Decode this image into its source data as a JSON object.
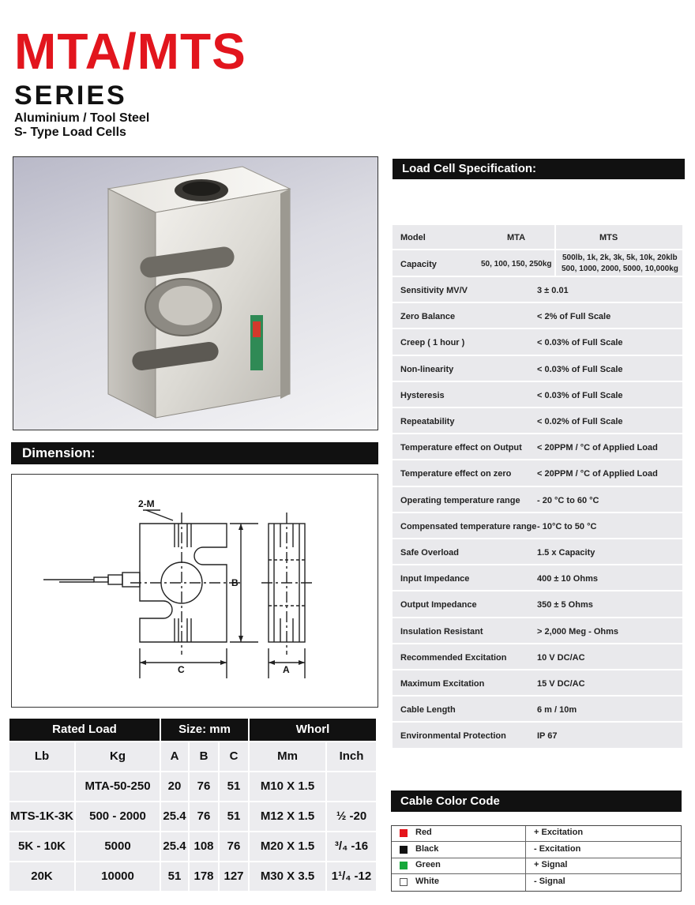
{
  "header": {
    "title": "MTA/MTS",
    "series": "SERIES",
    "subtitle_line1": "Aluminium / Tool Steel",
    "subtitle_line2": "S- Type Load Cells",
    "brand_color": "#e2151d"
  },
  "sections": {
    "spec_title": "Load Cell Specification:",
    "dimension_title": "Dimension:",
    "cable_title": "Cable Color Code"
  },
  "drawing": {
    "label_2m": "2-M",
    "label_b": "B",
    "label_c": "C",
    "label_a": "A"
  },
  "spec": {
    "header": {
      "model_label": "Model",
      "mta": "MTA",
      "mts": "MTS"
    },
    "capacity": {
      "label": "Capacity",
      "mta": "50, 100, 150, 250kg",
      "mts_line1": "500lb, 1k, 2k, 3k, 5k, 10k, 20klb",
      "mts_line2": "500, 1000, 2000, 5000, 10,000kg"
    },
    "rows": [
      {
        "label": "Sensitivity MV/V",
        "value": "3 ± 0.01"
      },
      {
        "label": "Zero Balance",
        "value": "< 2% of Full Scale"
      },
      {
        "label": "Creep ( 1 hour )",
        "value": "< 0.03% of Full Scale"
      },
      {
        "label": "Non-linearity",
        "value": "< 0.03% of Full Scale"
      },
      {
        "label": "Hysteresis",
        "value": "< 0.03% of Full Scale"
      },
      {
        "label": "Repeatability",
        "value": "< 0.02% of Full Scale"
      },
      {
        "label": "Temperature effect on Output",
        "value": "< 20PPM / °C of Applied Load"
      },
      {
        "label": "Temperature effect on zero",
        "value": "< 20PPM / °C of Applied Load"
      },
      {
        "label": "Operating temperature range",
        "value": "- 20 °C to 60 °C"
      },
      {
        "label": "Compensated temperature range",
        "value": "- 10°C to 50 °C"
      },
      {
        "label": "Safe Overload",
        "value": "1.5 x Capacity"
      },
      {
        "label": "Input Impedance",
        "value": "400 ± 10 Ohms"
      },
      {
        "label": "Output Impedance",
        "value": "350 ± 5 Ohms"
      },
      {
        "label": "Insulation Resistant",
        "value": "> 2,000 Meg - Ohms"
      },
      {
        "label": "Recommended Excitation",
        "value": "10 V DC/AC"
      },
      {
        "label": "Maximum Excitation",
        "value": "15 V DC/AC"
      },
      {
        "label": "Cable Length",
        "value": "6 m / 10m"
      },
      {
        "label": "Environmental Protection",
        "value": "IP 67"
      }
    ]
  },
  "rated": {
    "head_rated": "Rated Load",
    "head_size": "Size: mm",
    "head_whorl": "Whorl",
    "sub": {
      "lb": "Lb",
      "kg": "Kg",
      "a": "A",
      "b": "B",
      "c": "C",
      "mm": "Mm",
      "inch": "Inch"
    },
    "rows": [
      {
        "lb": "",
        "kg": "MTA-50-250",
        "a": "20",
        "b": "76",
        "c": "51",
        "mm": "M10 X 1.5",
        "inch": ""
      },
      {
        "lb": "MTS-1K-3K",
        "kg": "500 - 2000",
        "a": "25.4",
        "b": "76",
        "c": "51",
        "mm": "M12 X 1.5",
        "inch": "½ -20"
      },
      {
        "lb": "5K - 10K",
        "kg": "5000",
        "a": "25.4",
        "b": "108",
        "c": "76",
        "mm": "M20 X 1.5",
        "inch": "³/₄ -16"
      },
      {
        "lb": "20K",
        "kg": "10000",
        "a": "51",
        "b": "178",
        "c": "127",
        "mm": "M30 X 3.5",
        "inch": "1¹/₄ -12"
      }
    ]
  },
  "cable": {
    "rows": [
      {
        "name": "Red",
        "signal": "+ Excitation",
        "color": "#e5141b"
      },
      {
        "name": "Black",
        "signal": "- Excitation",
        "color": "#111111"
      },
      {
        "name": "Green",
        "signal": "+ Signal",
        "color": "#16a83a"
      },
      {
        "name": "White",
        "signal": "- Signal",
        "color": "#ffffff"
      }
    ]
  }
}
